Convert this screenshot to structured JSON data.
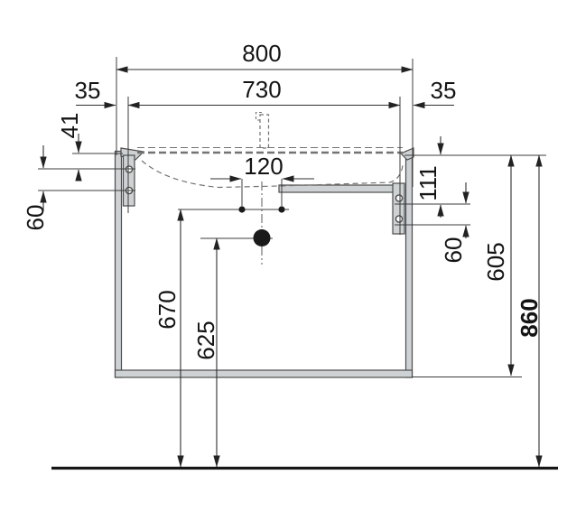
{
  "drawing": {
    "type": "technical-dimension-drawing",
    "subject": "wall-mounted washbasin vanity unit, front section view"
  },
  "colors": {
    "line": "#3c3c3c",
    "dimension_text": "#141414",
    "cabinet_fill": "#ced2d4",
    "cabinet_stroke": "#4c4c4c",
    "dashed_outline": "#737373",
    "floor_line": "#161616",
    "background": "#ffffff"
  },
  "dimensions": {
    "overall_width": "800",
    "mounting_centers_width": "730",
    "left_offset": "35",
    "right_offset": "35",
    "left_rim_to_upper_hole": "41",
    "left_hole_spacing": "60",
    "tap_hole_spacing": "120",
    "right_rim_to_upper_hole": "111",
    "right_hole_spacing": "60",
    "rim_to_cabinet_bottom": "605",
    "rim_to_floor": "860",
    "upper_fixing_line_to_floor": "670",
    "drain_line_to_floor": "625"
  }
}
